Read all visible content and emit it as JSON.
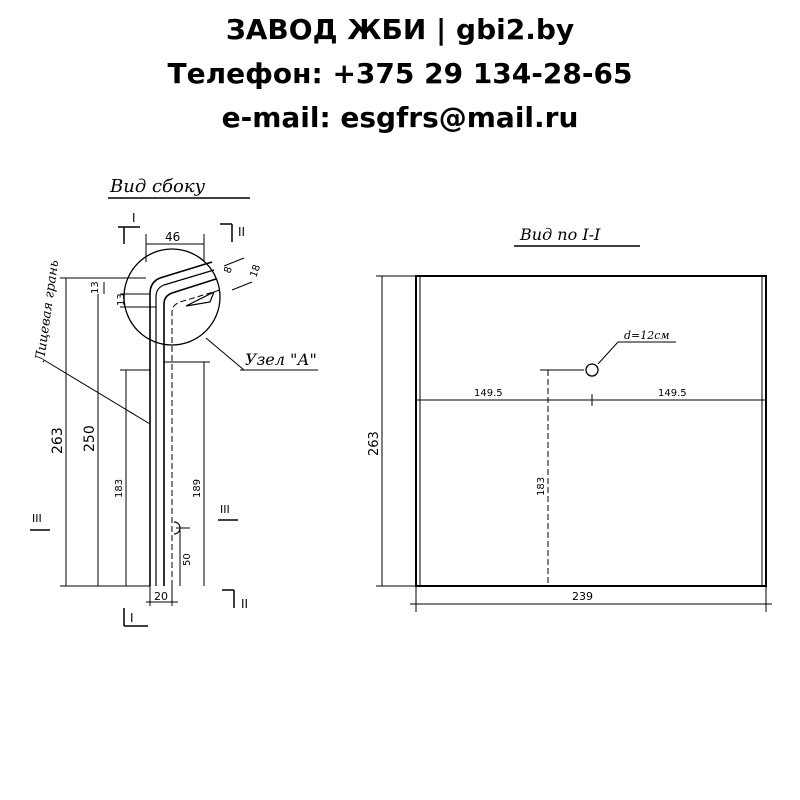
{
  "header": {
    "line1": "ЗАВОД ЖБИ | gbi2.by",
    "line2": "Телефон: +375 29 134-28-65",
    "line3": "e-mail: esgfrs@mail.ru"
  },
  "side_view": {
    "title": "Вид сбоку",
    "section_i": "I",
    "section_ii": "II",
    "section_iii": "III",
    "face_label": "Лицевая грань",
    "node_label": "Узел \"А\"",
    "dim_46": "46",
    "dim_8": "8",
    "dim_18": "18",
    "dim_13a": "13",
    "dim_13b": "13",
    "dim_263": "263",
    "dim_250": "250",
    "dim_183": "183",
    "dim_189": "189",
    "dim_50": "50",
    "dim_20": "20"
  },
  "section_view": {
    "title": "Вид по I-I",
    "hole_label": "d=12см",
    "dim_left": "149.5",
    "dim_right": "149.5",
    "dim_height": "263",
    "dim_hole_height": "183",
    "dim_width": "239"
  }
}
